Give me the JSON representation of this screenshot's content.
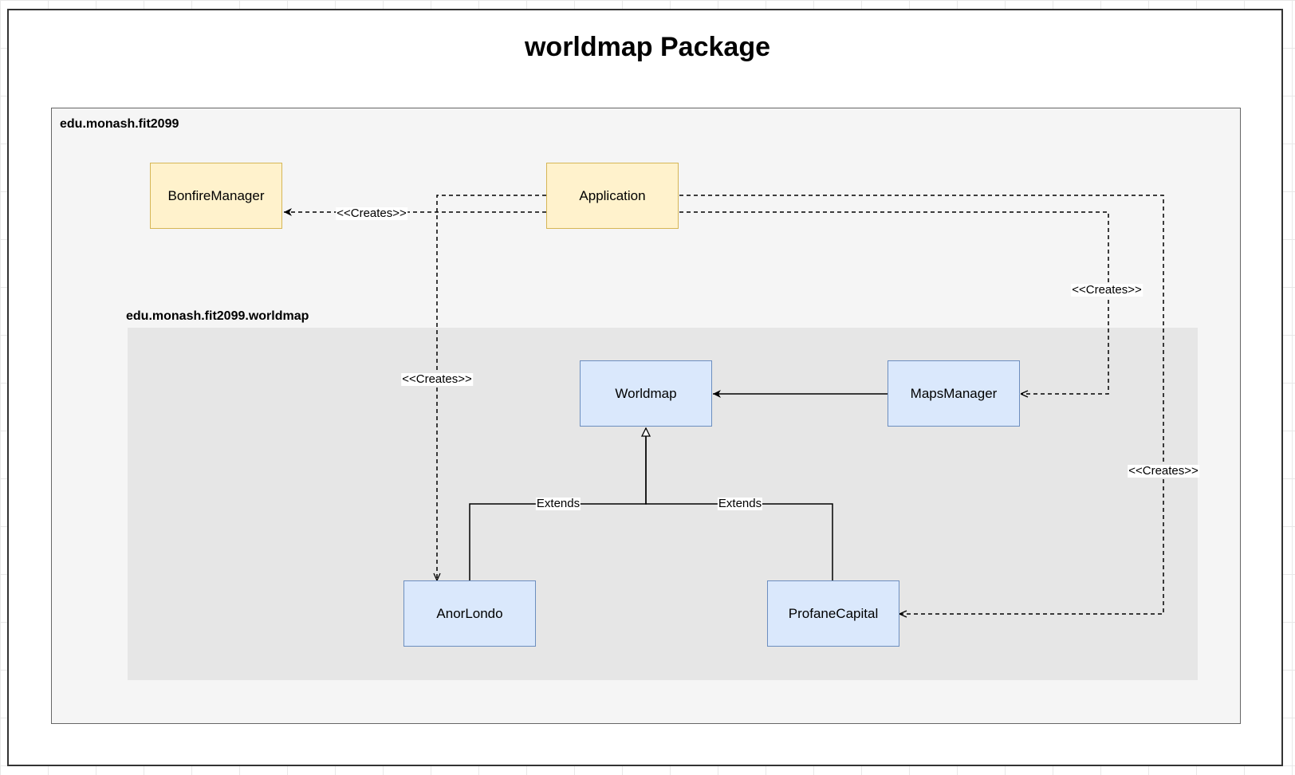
{
  "title": "worldmap Package",
  "packages": {
    "outer": "edu.monash.fit2099",
    "inner": "edu.monash.fit2099.worldmap"
  },
  "classes": {
    "bonfire_manager": "BonfireManager",
    "application": "Application",
    "worldmap": "Worldmap",
    "maps_manager": "MapsManager",
    "anor_londo": "AnorLondo",
    "profane_capital": "ProfaneCapital"
  },
  "edges": {
    "creates_bonfire": "<<Creates>>",
    "creates_anorlondo": "<<Creates>>",
    "creates_mapsmanager": "<<Creates>>",
    "creates_profanecapital": "<<Creates>>",
    "extends_anorlondo": "Extends",
    "extends_profanecapital": "Extends"
  },
  "colors": {
    "app_fill": "#fff2cc",
    "app_stroke": "#d6b656",
    "worldmap_fill": "#dae8fc",
    "worldmap_stroke": "#6c8ebf"
  }
}
